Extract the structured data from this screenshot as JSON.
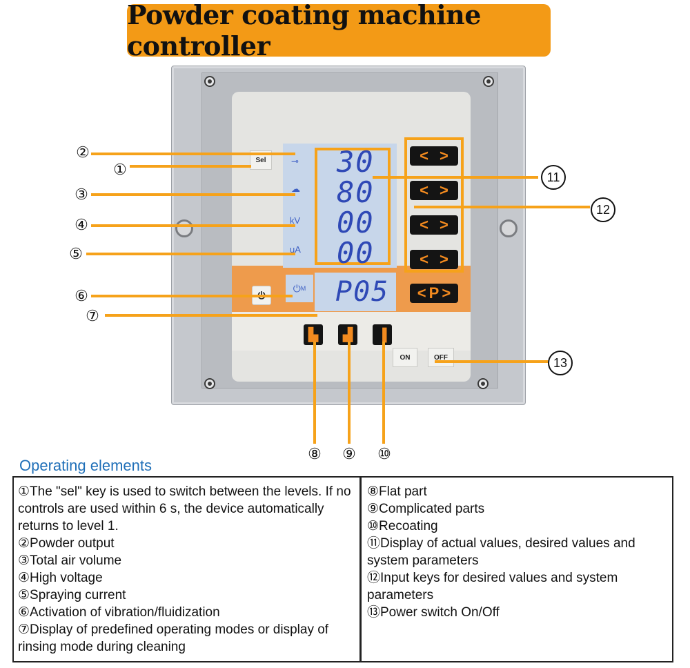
{
  "title": "Powder coating  machine controller",
  "panel": {
    "sel_label": "Sel",
    "lcd_symbols": {
      "kv": "kV",
      "ua": "uA"
    },
    "readouts": [
      "30",
      "80",
      "00",
      "00"
    ],
    "mode_display": "P05",
    "vibration_label": "M",
    "p_key": "P",
    "on_label": "ON",
    "off_label": "OFF",
    "colors": {
      "accent": "#f39a16",
      "lcd": "#c7d6ea",
      "lcd_text": "#2f49b6",
      "key": "#141414"
    }
  },
  "callouts": [
    "②",
    "①",
    "③",
    "④",
    "⑤",
    "⑥",
    "⑦",
    "11",
    "12",
    "13",
    "⑧",
    "⑨",
    "⑩"
  ],
  "section_title": "Operating elements",
  "left_column": [
    "①The \"sel\" key is used to switch between the levels. If no controls are used within 6 s, the device automatically returns to level 1.",
    "②Powder output",
    "③Total air volume",
    "④High voltage",
    "⑤Spraying current",
    "⑥Activation of vibration/fluidization",
    "⑦Display of predefined operating modes or display of rinsing mode during cleaning"
  ],
  "right_column": [
    "⑧Flat part",
    "⑨Complicated parts",
    "⑩Recoating",
    "⑪Display of actual values, desired values and system parameters",
    "⑫Input keys for desired values and system parameters",
    "⑬Power switch On/Off"
  ]
}
